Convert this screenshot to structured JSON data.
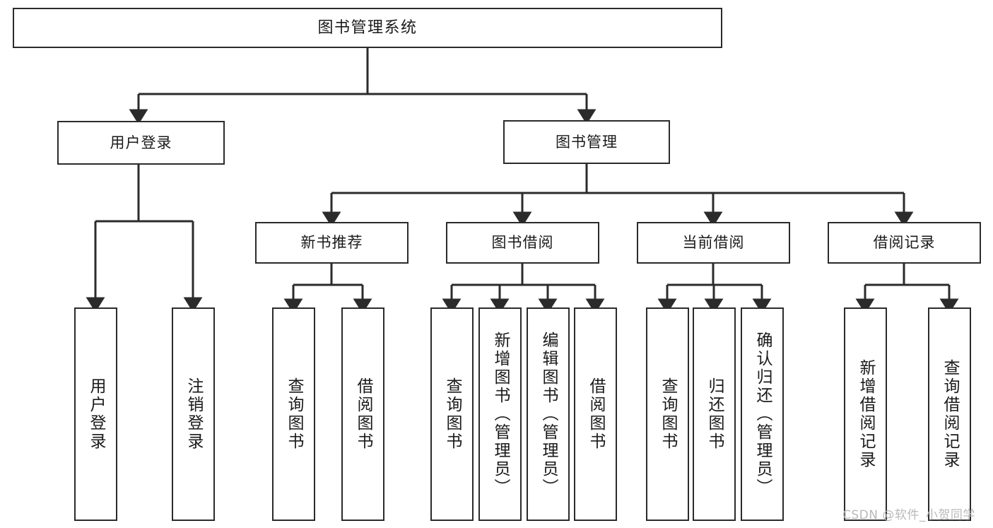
{
  "diagram": {
    "title": "图书管理系统",
    "type": "tree-hierarchy-flowchart",
    "watermark": "CSDN @软件_小贺同学",
    "stroke_color": "#2b2b2b",
    "fill_color": "#ffffff",
    "text_color": "#1a1a1a",
    "watermark_color": "#b9b9b9"
  },
  "nodes": {
    "root": {
      "label": "图书管理系统"
    },
    "level2": [
      {
        "id": "user-login",
        "label": "用户登录"
      },
      {
        "id": "book-management",
        "label": "图书管理"
      }
    ],
    "level3": [
      {
        "id": "new-book-recommend",
        "label": "新书推荐"
      },
      {
        "id": "book-borrow",
        "label": "图书借阅"
      },
      {
        "id": "current-borrow",
        "label": "当前借阅"
      },
      {
        "id": "borrow-record",
        "label": "借阅记录"
      }
    ],
    "leaves": {
      "user_login": [
        {
          "id": "leaf-user-login",
          "label": "用户登录"
        },
        {
          "id": "leaf-logout-login",
          "label": "注销登录"
        }
      ],
      "new_book_recommend": [
        {
          "id": "leaf-query-book-1",
          "label": "查询图书"
        },
        {
          "id": "leaf-borrow-book-1",
          "label": "借阅图书"
        }
      ],
      "book_borrow": [
        {
          "id": "leaf-query-book-2",
          "label": "查询图书"
        },
        {
          "id": "leaf-add-book-admin",
          "label": "新增图书（管理员）"
        },
        {
          "id": "leaf-edit-book-admin",
          "label": "编辑图书（管理员）"
        },
        {
          "id": "leaf-borrow-book-2",
          "label": "借阅图书"
        }
      ],
      "current_borrow": [
        {
          "id": "leaf-query-book-3",
          "label": "查询图书"
        },
        {
          "id": "leaf-return-book",
          "label": "归还图书"
        },
        {
          "id": "leaf-confirm-return-admin",
          "label": "确认归还（管理员）"
        }
      ],
      "borrow_record": [
        {
          "id": "leaf-add-borrow-record",
          "label": "新增借阅记录"
        },
        {
          "id": "leaf-query-borrow-record",
          "label": "查询借阅记录"
        }
      ]
    }
  }
}
